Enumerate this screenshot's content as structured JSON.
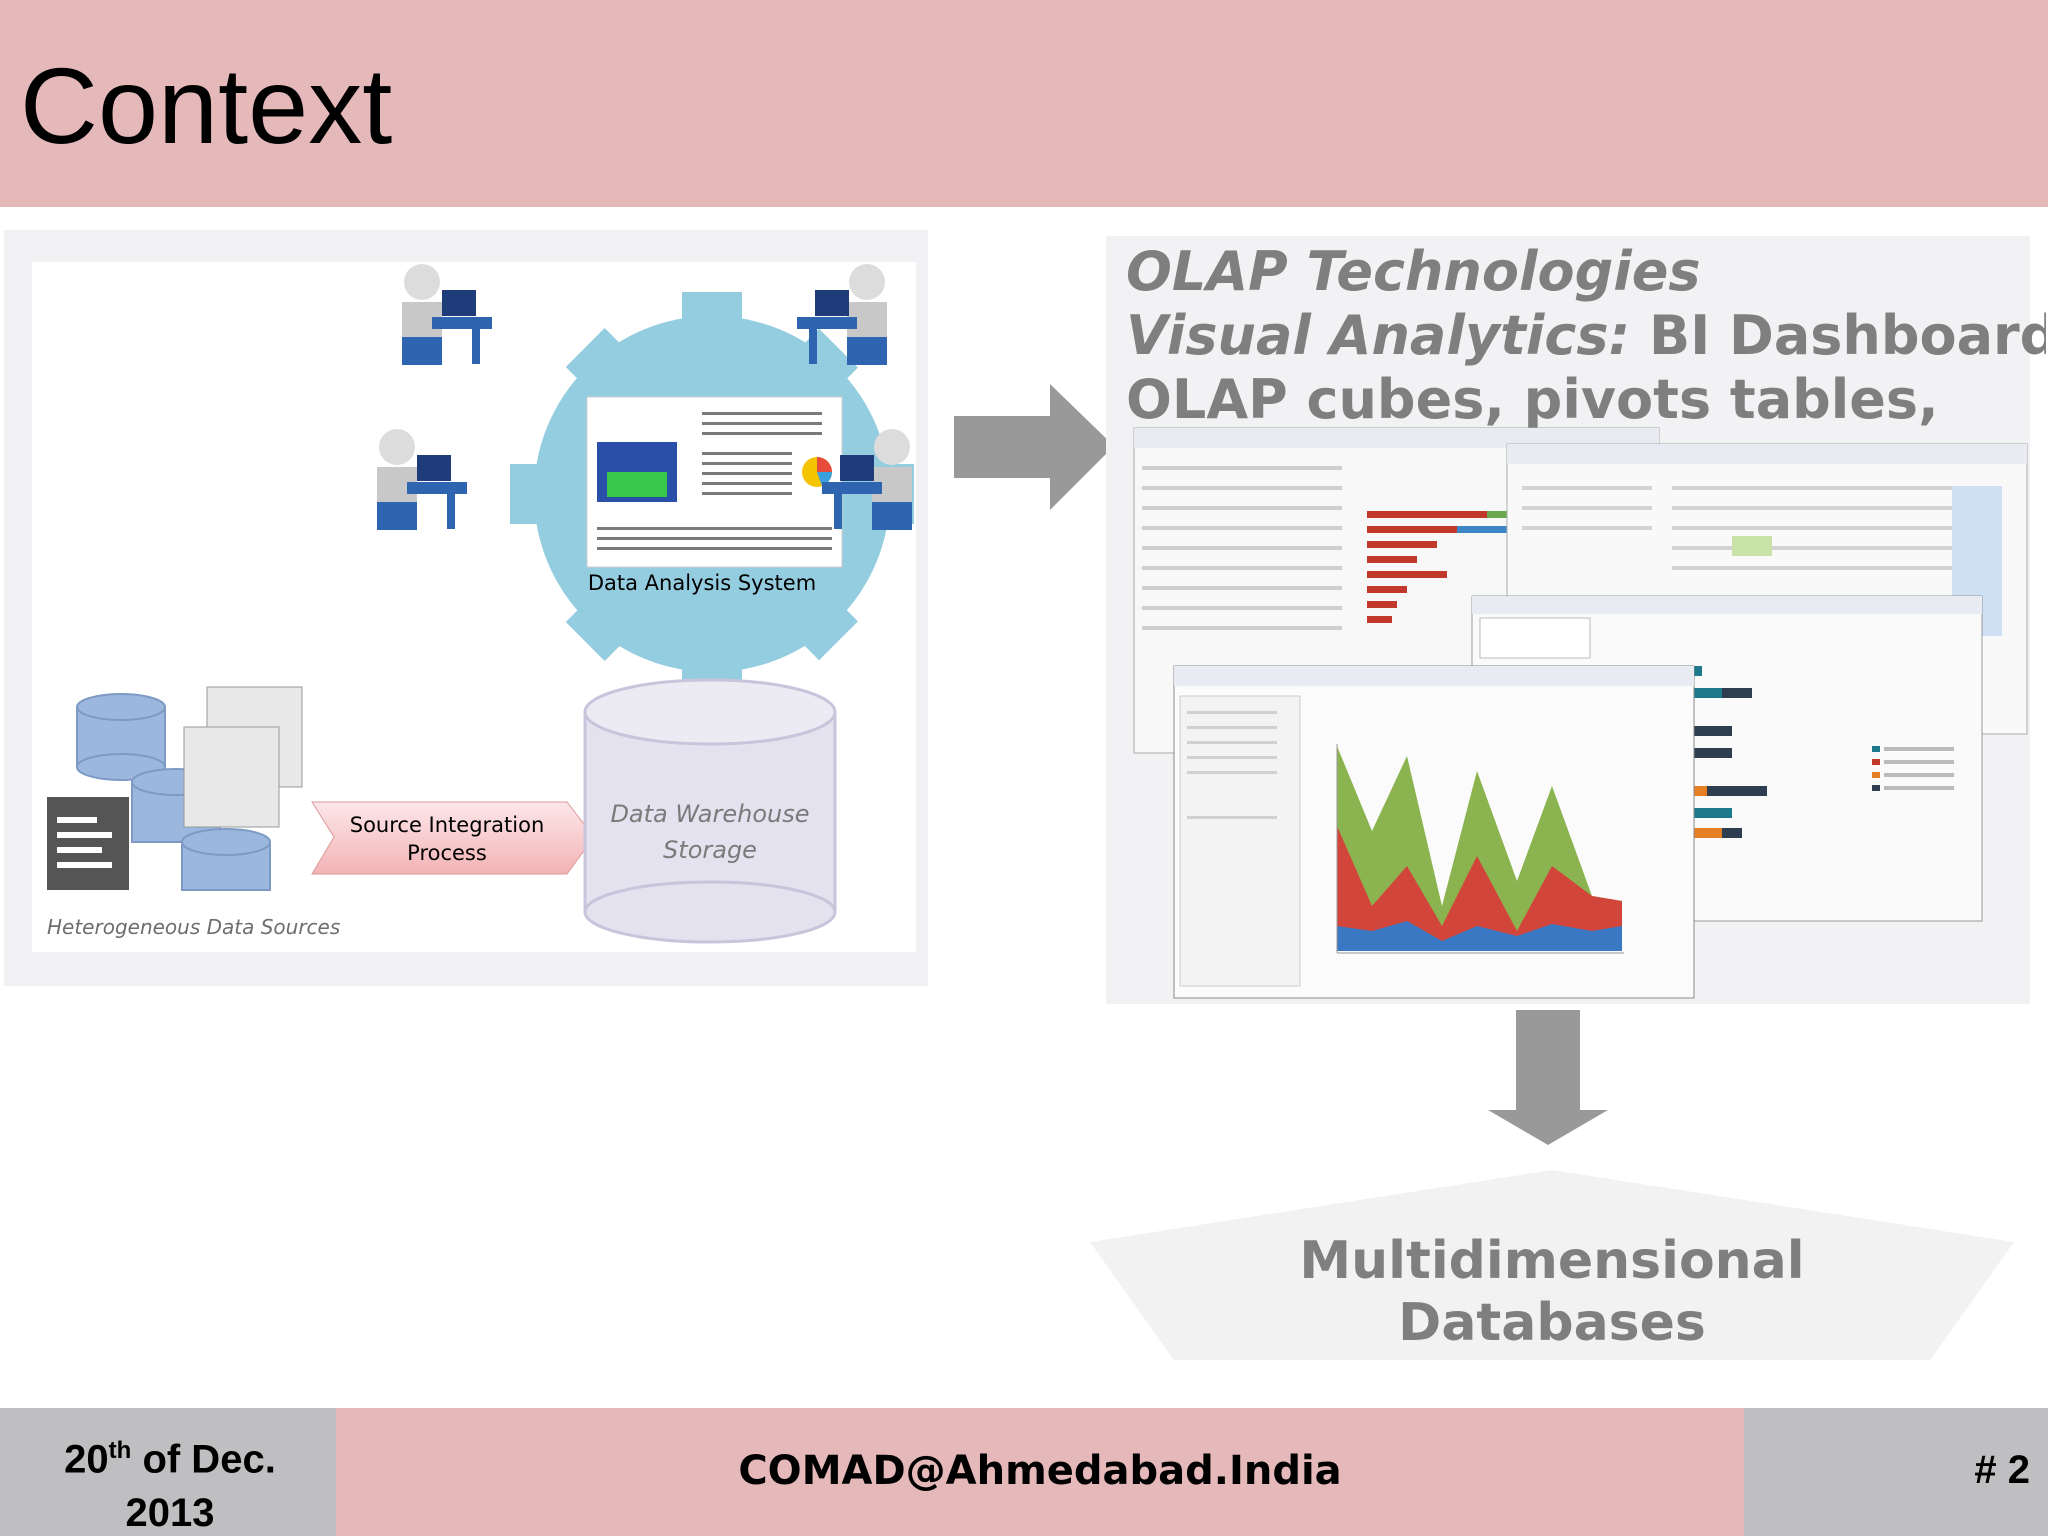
{
  "slide": {
    "title": "Context"
  },
  "left_diagram": {
    "system_label": "Data Analysis System",
    "integration_label_line1": "Source Integration",
    "integration_label_line2": "Process",
    "warehouse_label_line1": "Data Warehouse",
    "warehouse_label_line2": "Storage",
    "sources_label": "Heterogeneous Data Sources"
  },
  "right_block": {
    "heading": "OLAP Technologies",
    "line2_italic": "Visual Analytics:",
    "line2_rest": " BI Dashboards,",
    "line3": "OLAP cubes, pivots tables,"
  },
  "multidimensional": {
    "line1": "Multidimensional",
    "line2": "Databases"
  },
  "footer": {
    "date_day": "20",
    "date_suffix": "th",
    "date_rest": " of  Dec.",
    "date_year": "2013",
    "venue": "COMAD@Ahmedabad.India",
    "page": "# 2"
  },
  "colors": {
    "header": "#e5b8b9",
    "footer_side": "#bfbfc1",
    "gear": "#93cddf",
    "db_blue": "#9bb7dd",
    "gray_arrow": "#999999"
  }
}
